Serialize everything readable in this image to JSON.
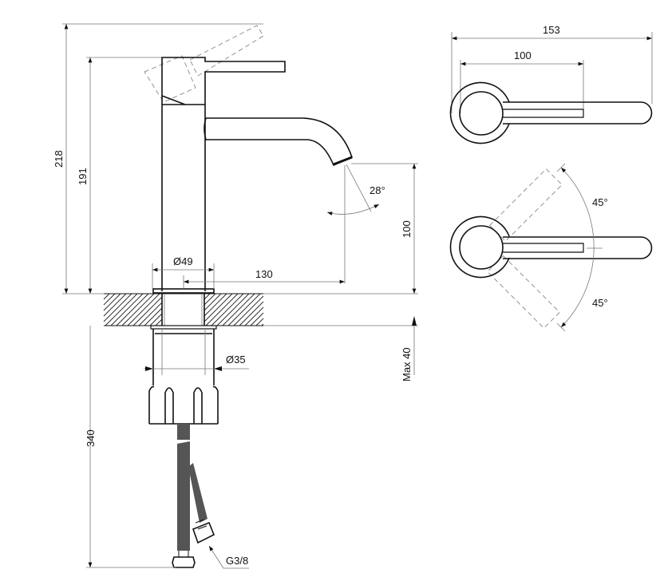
{
  "dimensions": {
    "total_height": "218",
    "body_height": "191",
    "spout_height": "100",
    "spout_angle": "28°",
    "base_diameter": "Ø49",
    "spout_reach": "130",
    "max_counter_thickness": "Max 40",
    "shank_diameter": "Ø35",
    "hose_length": "340",
    "connection_thread": "G3/8",
    "top_view_total": "153",
    "top_view_slot": "100",
    "swing_up": "45°",
    "swing_down": "45°"
  }
}
